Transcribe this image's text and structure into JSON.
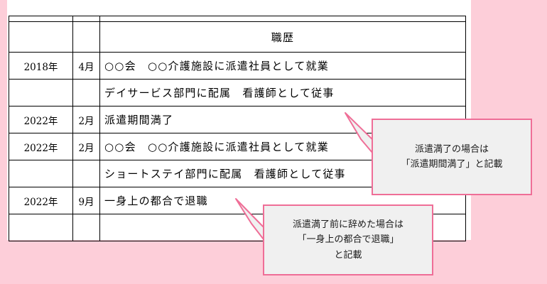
{
  "colors": {
    "page_background": "#fdced9",
    "paper": "#ffffff",
    "table_line": "#000000",
    "callout_fill": "#f0f0f0",
    "callout_border": "#ef6e97"
  },
  "document": {
    "type": "resume-work-history-table",
    "columns": [
      "year",
      "month",
      "description"
    ],
    "header": {
      "year": "",
      "month": "",
      "description": "職歴"
    },
    "rows": [
      {
        "year": "",
        "month": "",
        "description": ""
      },
      {
        "year": "2018年",
        "month": "4月",
        "description": "○○会　○○介護施設に派遣社員として就業"
      },
      {
        "year": "",
        "month": "",
        "description": "デイサービス部門に配属　看護師として従事"
      },
      {
        "year": "2022年",
        "month": "2月",
        "description": "派遣期間満了"
      },
      {
        "year": "2022年",
        "month": "2月",
        "description": "○○会　○○介護施設に派遣社員として就業"
      },
      {
        "year": "",
        "month": "",
        "description": "ショートステイ部門に配属　看護師として従事"
      },
      {
        "year": "2022年",
        "month": "9月",
        "description": "一身上の都合で退職"
      },
      {
        "year": "",
        "month": "",
        "description": ""
      }
    ]
  },
  "callouts": [
    {
      "id": "haken-manryo",
      "lines": [
        "派遣満了の場合は",
        "「派遣期間満了」と記載"
      ],
      "points_to_row": 3
    },
    {
      "id": "ishinjo-no-tsugo",
      "lines": [
        "派遣満了前に辞めた場合は",
        "「一身上の都合で退職」",
        "と記載"
      ],
      "points_to_row": 6
    }
  ]
}
